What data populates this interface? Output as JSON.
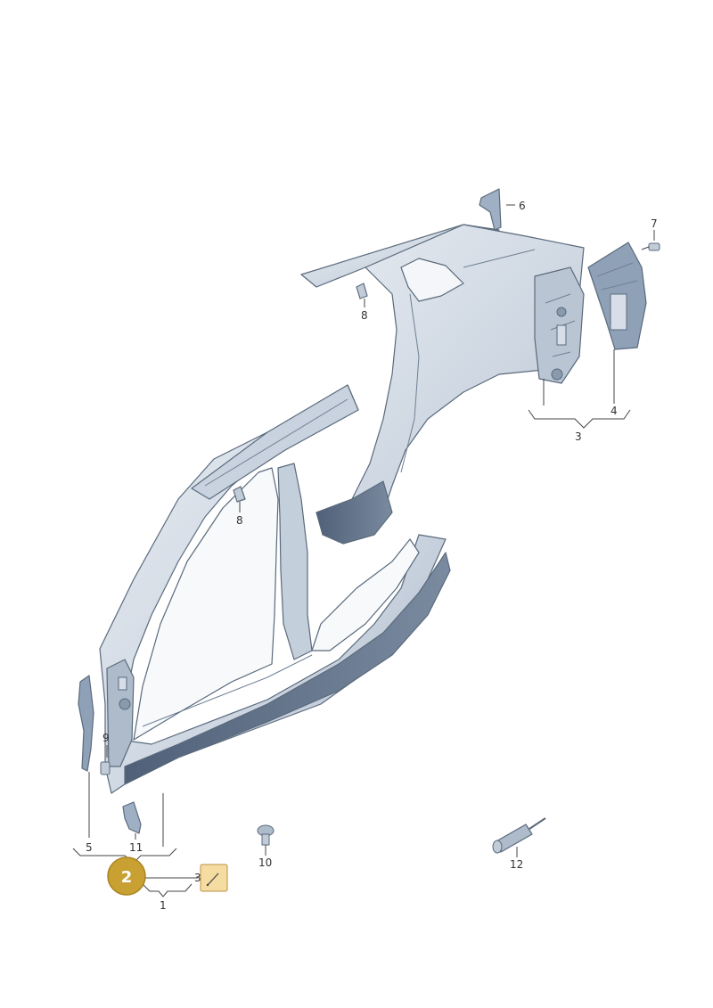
{
  "callouts": {
    "c1": "1",
    "c2": "2",
    "c3": "3",
    "c3b": "3",
    "c4": "4",
    "c5": "5",
    "c6": "6",
    "c7": "7",
    "c8a": "8",
    "c8b": "8",
    "c9": "9",
    "c10": "10",
    "c11": "11",
    "c12": "12"
  },
  "colors": {
    "panel_light": "#d7dee8",
    "panel_mid": "#b3bfcd",
    "panel_dark": "#5d6f86",
    "badge": "#c9a032",
    "badge_text": "#ffffff",
    "note_box": "#f5dca0"
  },
  "icons": {
    "note": "pencil-note-icon"
  }
}
